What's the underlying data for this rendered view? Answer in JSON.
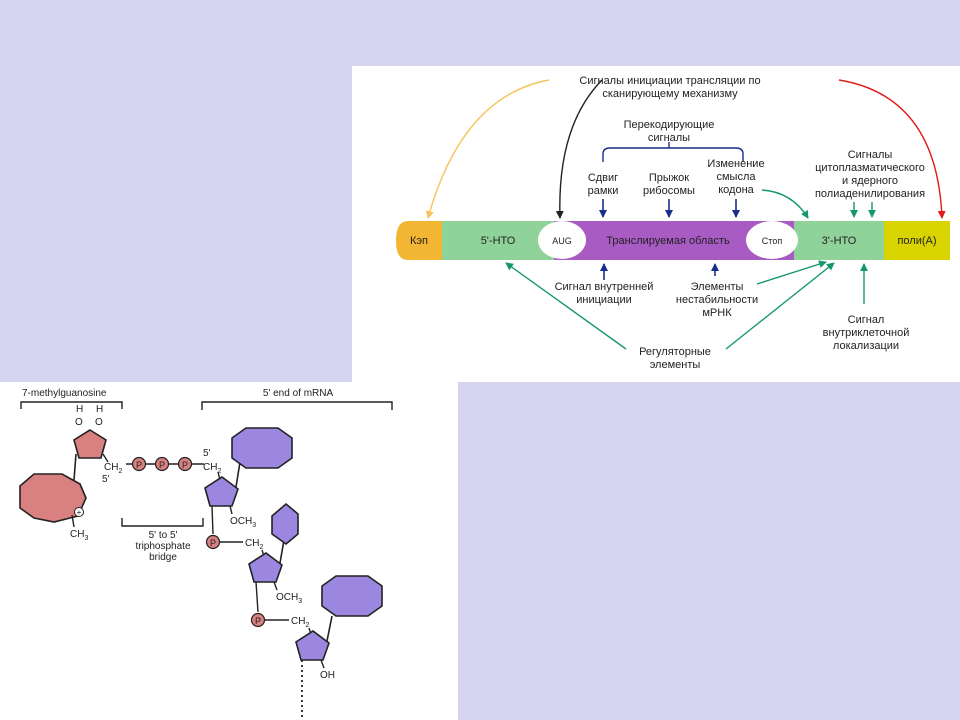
{
  "top": {
    "title_line1": "Сигналы инициации трансляции по",
    "title_line2": "сканирующему механизму",
    "recoding_line1": "Перекодирующие",
    "recoding_line2": "сигналы",
    "frameshift_line1": "Сдвиг",
    "frameshift_line2": "рамки",
    "jump_line1": "Прыжок",
    "jump_line2": "рибосомы",
    "change_line1": "Изменение",
    "change_line2": "смысла",
    "change_line3": "кодона",
    "polyad_line1": "Сигналы",
    "polyad_line2": "цитоплазматического",
    "polyad_line3": "и ядерного",
    "polyad_line4": "полиаденилирования",
    "cap": "Кэп",
    "utr5": "5'-НТО",
    "aug": "AUG",
    "translated": "Транслируемая область",
    "stop": "Стоп",
    "utr3": "3'-НТО",
    "polya": "поли(A)",
    "ires_line1": "Сигнал внутренней",
    "ires_line2": "инициации",
    "instab_line1": "Элементы",
    "instab_line2": "нестабильности",
    "instab_line3": "мРНК",
    "local_line1": "Сигнал",
    "local_line2": "внутриклеточной",
    "local_line3": "локализации",
    "reg_line1": "Регуляторные",
    "reg_line2": "элементы",
    "colors": {
      "cap": "#f2b632",
      "utr": "#8fd39b",
      "translated": "#a85bc2",
      "polya": "#d9d400",
      "green_arrow": "#17986a",
      "blue_arrow": "#1a2d8c",
      "orange_arrow": "#f5c35a",
      "red_arrow": "#e11a1a"
    }
  },
  "bottom": {
    "mg_label": "7-methylguanosine",
    "end_label": "5' end of mRNA",
    "h": "H",
    "o": "O",
    "ch2": "CH",
    "sub2": "2",
    "ch3": "CH",
    "sub3": "3",
    "och3": "OCH",
    "oh": "OH",
    "p": "P",
    "five_prime": "5'",
    "plus": "+",
    "bridge_line1": "5' to 5'",
    "bridge_line2": "triphosphate",
    "bridge_line3": "bridge",
    "colors": {
      "guanosine": "#d98080",
      "base": "#9b87e0",
      "phosphate": "#d98080"
    }
  }
}
